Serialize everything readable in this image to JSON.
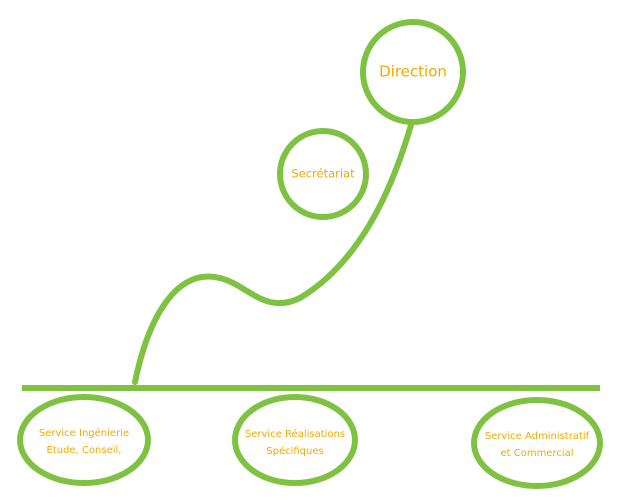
{
  "colors": {
    "line": "#7fc241",
    "label": "#f5a800",
    "background": "#ffffff"
  },
  "nodes": {
    "direction": "Direction",
    "secretariat": "Secrétariat",
    "ingenierie": [
      "Service Ingénierie",
      "Etude, Conseil,"
    ],
    "realisations": [
      "Service Réalisations",
      "Spécifiques"
    ],
    "administratif": [
      "Service Administratif",
      "et Commercial"
    ]
  }
}
